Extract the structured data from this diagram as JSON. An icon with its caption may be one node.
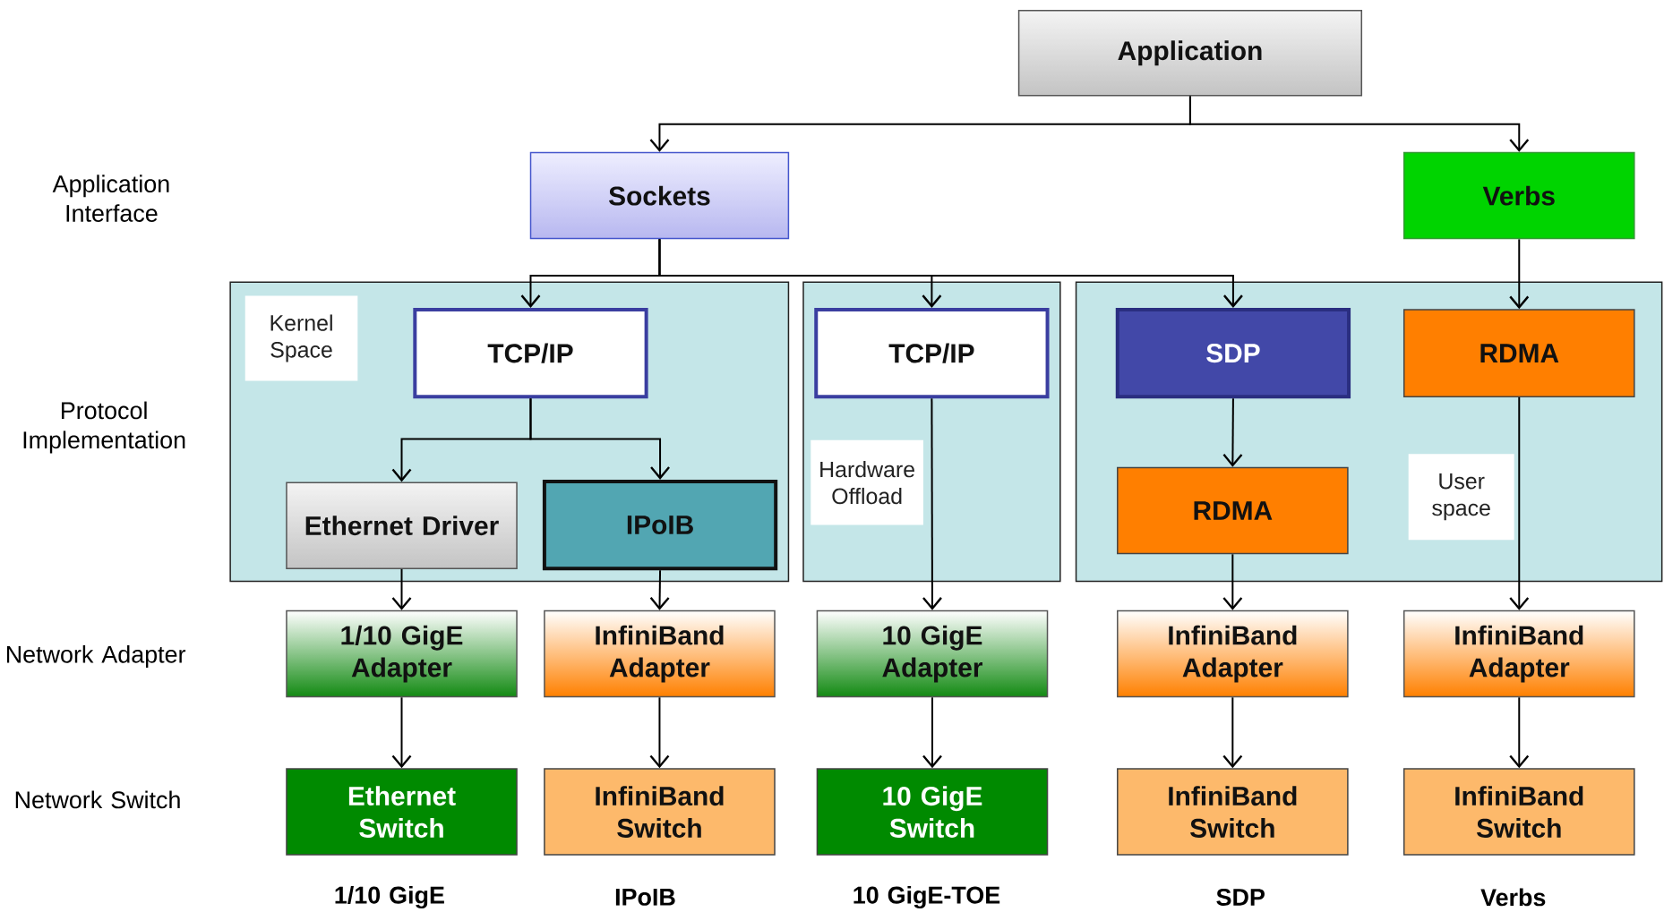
{
  "diagram": {
    "nodes": [
      {
        "text": [
          "Application"
        ]
      },
      {
        "text": [
          "Sockets"
        ]
      },
      {
        "text": [
          "Verbs"
        ]
      },
      {
        "text": [],
        "shape": "box"
      },
      {
        "text": [
          "Kernel Space"
        ],
        "in": 3
      },
      {
        "text": [
          "TCP/IP"
        ],
        "in": 3
      },
      {
        "text": [
          "Ethernet Driver"
        ],
        "in": 3
      },
      {
        "text": [
          "IPoIB"
        ],
        "in": 3
      },
      {
        "text": [],
        "shape": "box"
      },
      {
        "text": [
          "TCP/IP"
        ],
        "in": 8
      },
      {
        "text": [
          "Hardware Offload"
        ],
        "in": 8
      },
      {
        "text": [],
        "shape": "box"
      },
      {
        "text": [
          "SDP"
        ],
        "in": 11
      },
      {
        "text": [
          "RDMA"
        ],
        "in": 11
      },
      {
        "text": [
          "RDMA"
        ],
        "in": 11
      },
      {
        "text": [
          "User space"
        ],
        "in": 11
      },
      {
        "text": [
          "1/10 GigE Adapter"
        ]
      },
      {
        "text": [
          "InfiniBand Adapter"
        ]
      },
      {
        "text": [
          "10 GigE Adapter"
        ]
      },
      {
        "text": [
          "InfiniBand Adapter"
        ]
      },
      {
        "text": [
          "InfiniBand Adapter"
        ]
      },
      {
        "text": [
          "Ethernet Switch"
        ]
      },
      {
        "text": [
          "InfiniBand Switch"
        ]
      },
      {
        "text": [
          "10 GigE Switch"
        ]
      },
      {
        "text": [
          "InfiniBand Switch"
        ]
      },
      {
        "text": [
          "InfiniBand Switch"
        ]
      }
    ],
    "edges": [
      {
        "from": 0,
        "to": 1,
        "arrow": "to"
      },
      {
        "from": 0,
        "to": 2,
        "arrow": "to"
      },
      {
        "from": 1,
        "to": 5,
        "arrow": "to"
      },
      {
        "from": 1,
        "to": 9,
        "arrow": "to"
      },
      {
        "from": 1,
        "to": 12,
        "arrow": "to"
      },
      {
        "from": 2,
        "to": 13,
        "arrow": "to"
      },
      {
        "from": 5,
        "to": 6,
        "arrow": "to"
      },
      {
        "from": 5,
        "to": 7,
        "arrow": "to"
      },
      {
        "from": 6,
        "to": 16,
        "arrow": "to"
      },
      {
        "from": 7,
        "to": 17,
        "arrow": "to"
      },
      {
        "from": 9,
        "to": 18,
        "arrow": "to"
      },
      {
        "from": 12,
        "to": 14,
        "arrow": "to"
      },
      {
        "from": 13,
        "to": 20,
        "arrow": "to"
      },
      {
        "from": 14,
        "to": 19,
        "arrow": "to"
      },
      {
        "from": 16,
        "to": 21,
        "arrow": "to"
      },
      {
        "from": 17,
        "to": 22,
        "arrow": "to"
      },
      {
        "from": 18,
        "to": 23,
        "arrow": "to"
      },
      {
        "from": 19,
        "to": 24,
        "arrow": "to"
      },
      {
        "from": 20,
        "to": 25,
        "arrow": "to"
      }
    ],
    "labels": [
      "Application Interface",
      "Protocol Implementation",
      "Network Adapter",
      "Network Switch",
      "1/10 GigE",
      "IPoIB",
      "10 GigE-TOE",
      "SDP",
      "Verbs"
    ]
  }
}
